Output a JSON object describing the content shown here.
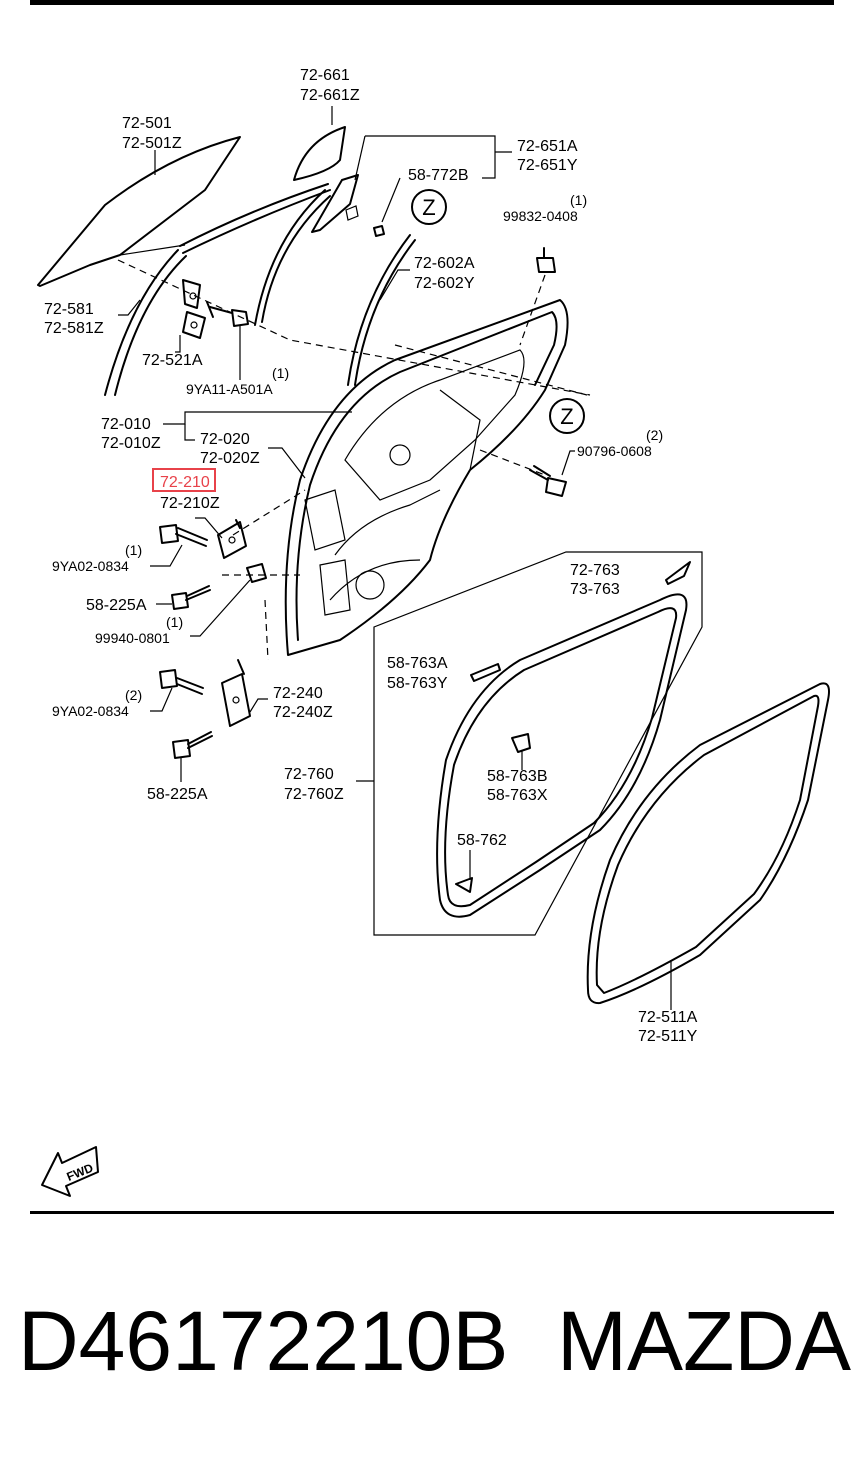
{
  "callouts": {
    "c_72_661": [
      "72-661",
      "72-661Z"
    ],
    "c_72_501": [
      "72-501",
      "72-501Z"
    ],
    "c_72_651": [
      "72-651A",
      "72-651Y"
    ],
    "c_58_772": "58-772B",
    "c_99832": {
      "qty": "(1)",
      "code": "99832-0408"
    },
    "c_72_602": [
      "72-602A",
      "72-602Y"
    ],
    "c_72_581": [
      "72-581",
      "72-581Z"
    ],
    "c_72_521": "72-521A",
    "c_9ya11": {
      "qty": "(1)",
      "code": "9YA11-A501A"
    },
    "c_72_010": [
      "72-010",
      "72-010Z"
    ],
    "c_72_020": [
      "72-020",
      "72-020Z"
    ],
    "c_72_210": [
      "72-210",
      "72-210Z"
    ],
    "c_90796": {
      "qty": "(2)",
      "code": "90796-0608"
    },
    "c_9ya02_a": {
      "qty": "(1)",
      "code": "9YA02-0834"
    },
    "c_58_225a_1": "58-225A",
    "c_99940": {
      "qty": "(1)",
      "code": "99940-0801"
    },
    "c_72_763": [
      "72-763",
      "73-763"
    ],
    "c_58_763a": [
      "58-763A",
      "58-763Y"
    ],
    "c_9ya02_b": {
      "qty": "(2)",
      "code": "9YA02-0834"
    },
    "c_72_240": [
      "72-240",
      "72-240Z"
    ],
    "c_58_225a_2": "58-225A",
    "c_58_763b": [
      "58-763B",
      "58-763X"
    ],
    "c_72_760": [
      "72-760",
      "72-760Z"
    ],
    "c_58_762": "58-762",
    "c_72_511": [
      "72-511A",
      "72-511Y"
    ]
  },
  "detail_markers": [
    "Z",
    "Z"
  ],
  "fwd_label": "FWD",
  "highlight_color": "#e8424a",
  "footer": {
    "part_number": "D46172210B",
    "brand": "MAZDA"
  }
}
